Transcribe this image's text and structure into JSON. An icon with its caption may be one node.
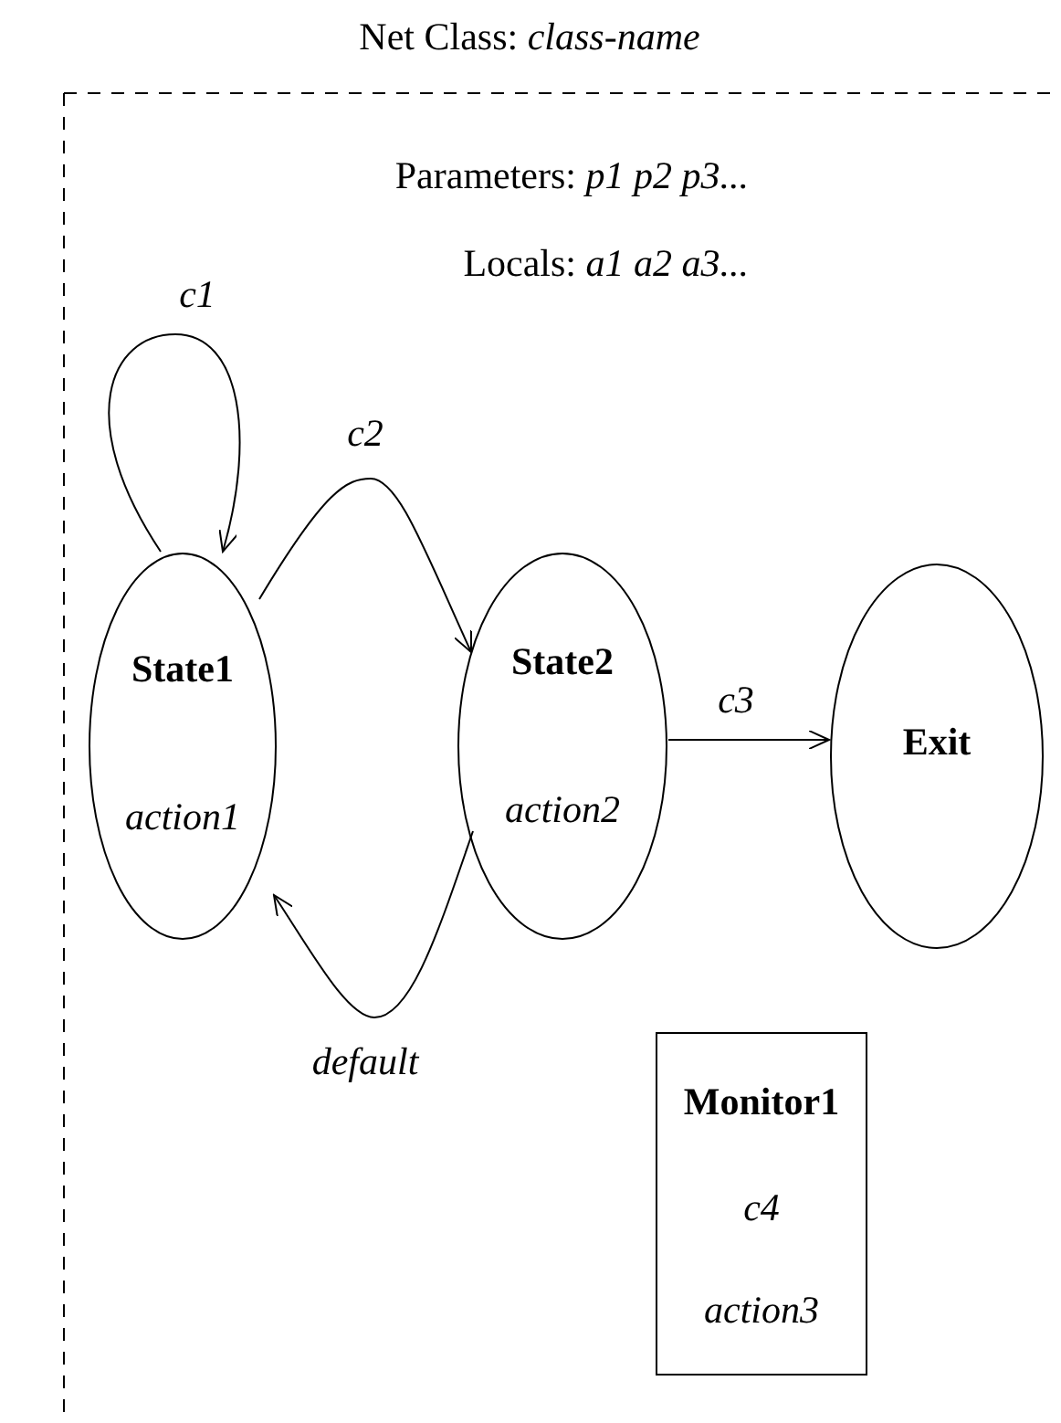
{
  "diagram": {
    "title": "Net Class: *class-name*",
    "nodes": [
      {
        "text": [
          "State1",
          "action1"
        ]
      },
      {
        "text": [
          "State2",
          "action2"
        ]
      },
      {
        "text": [
          "Exit"
        ]
      },
      {
        "text": [
          "Monitor1",
          "c4",
          "action3"
        ]
      }
    ],
    "edges": [
      {
        "from": 0,
        "to": 0,
        "arrow": "to",
        "label": "c1"
      },
      {
        "from": 0,
        "to": 1,
        "arrow": "to",
        "label": "c2"
      },
      {
        "from": 1,
        "to": 0,
        "arrow": "to",
        "label": "default"
      },
      {
        "from": 1,
        "to": 2,
        "arrow": "to",
        "label": "c3"
      }
    ],
    "labels": [
      "Parameters: *p1 p2 p3...*",
      "Locals: *a1 a2 a3...*"
    ]
  }
}
